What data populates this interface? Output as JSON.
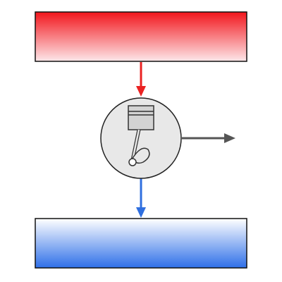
{
  "diagram": {
    "type": "heat-engine-schematic",
    "hot_reservoir": {
      "label": "",
      "gradient_top": "#f2161c",
      "gradient_bottom": "#fde8ea",
      "border_color": "#111111"
    },
    "cold_reservoir": {
      "label": "",
      "gradient_top": "#ffffff",
      "gradient_bottom": "#2e6fe8",
      "border_color": "#111111"
    },
    "engine": {
      "icon": "piston-crank-icon",
      "fill_color": "#e8e8e8",
      "border_color": "#222222"
    },
    "flows": [
      {
        "name": "heat-in",
        "color": "#ea2222",
        "label": ""
      },
      {
        "name": "heat-out",
        "color": "#2f6fdf",
        "label": ""
      },
      {
        "name": "work-out",
        "color": "#555555",
        "label": ""
      }
    ]
  }
}
